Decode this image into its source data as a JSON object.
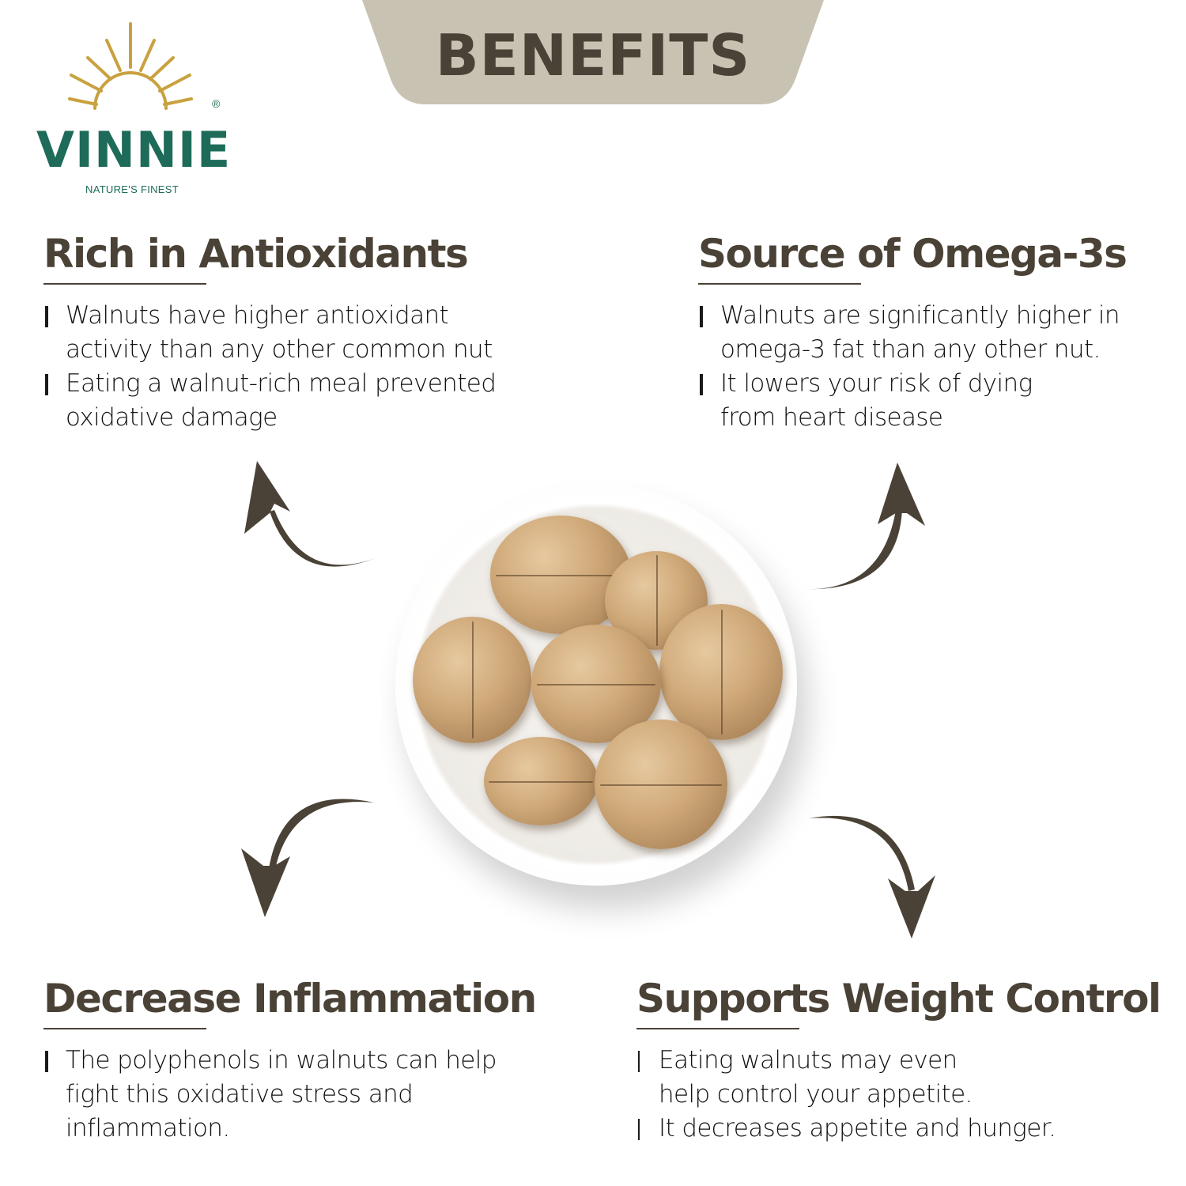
{
  "brand": {
    "name": "VINNIE",
    "registered_mark": "®",
    "tagline": "NATURE'S FINEST",
    "colors": {
      "wordmark": "#1e6b5a",
      "sun": "#c9a13f"
    }
  },
  "banner": {
    "title": "BENEFITS",
    "colors": {
      "background": "#c8c2b2",
      "text": "#4a4236"
    }
  },
  "sections": [
    {
      "title": "Rich in Antioxidants",
      "bullets": [
        "Walnuts have higher antioxidant activity than any other common nut",
        "Eating a walnut-rich meal prevented oxidative damage"
      ]
    },
    {
      "title": "Source of Omega-3s",
      "bullets": [
        "Walnuts are significantly higher in omega-3 fat than any other nut.",
        "It lowers your risk of dying from heart disease"
      ]
    },
    {
      "title": "Decrease Inflammation",
      "bullets": [
        "The polyphenols in walnuts can help fight this oxidative stress and inflammation."
      ]
    },
    {
      "title": "Supports Weight Control",
      "bullets": [
        "Eating walnuts may even help control your appetite.",
        "It decreases appetite and hunger."
      ]
    }
  ],
  "image": {
    "subject": "bowl-of-walnuts"
  },
  "arrows": [
    "up-left",
    "up-right",
    "down-left",
    "down-right"
  ],
  "colors": {
    "heading": "#4a4236",
    "arrow": "#4a4236",
    "body_text": "#111111"
  }
}
